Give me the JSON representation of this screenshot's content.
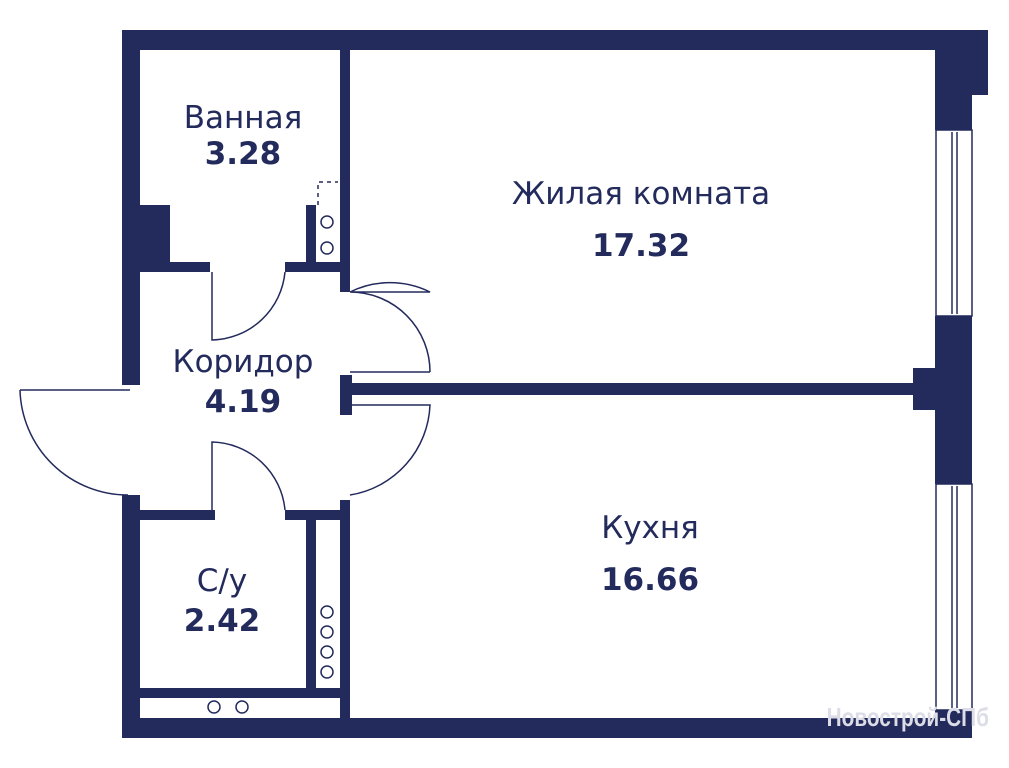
{
  "rooms": [
    {
      "name": "Ванная",
      "area": "3.28"
    },
    {
      "name": "Жилая комната",
      "area": "17.32"
    },
    {
      "name": "Коридор",
      "area": "4.19"
    },
    {
      "name": "Кухня",
      "area": "16.66"
    },
    {
      "name": "С/у",
      "area": "2.42"
    }
  ],
  "watermark": "Новострой-СПб",
  "colors": {
    "wall": "#232a5c",
    "background": "#ffffff"
  }
}
